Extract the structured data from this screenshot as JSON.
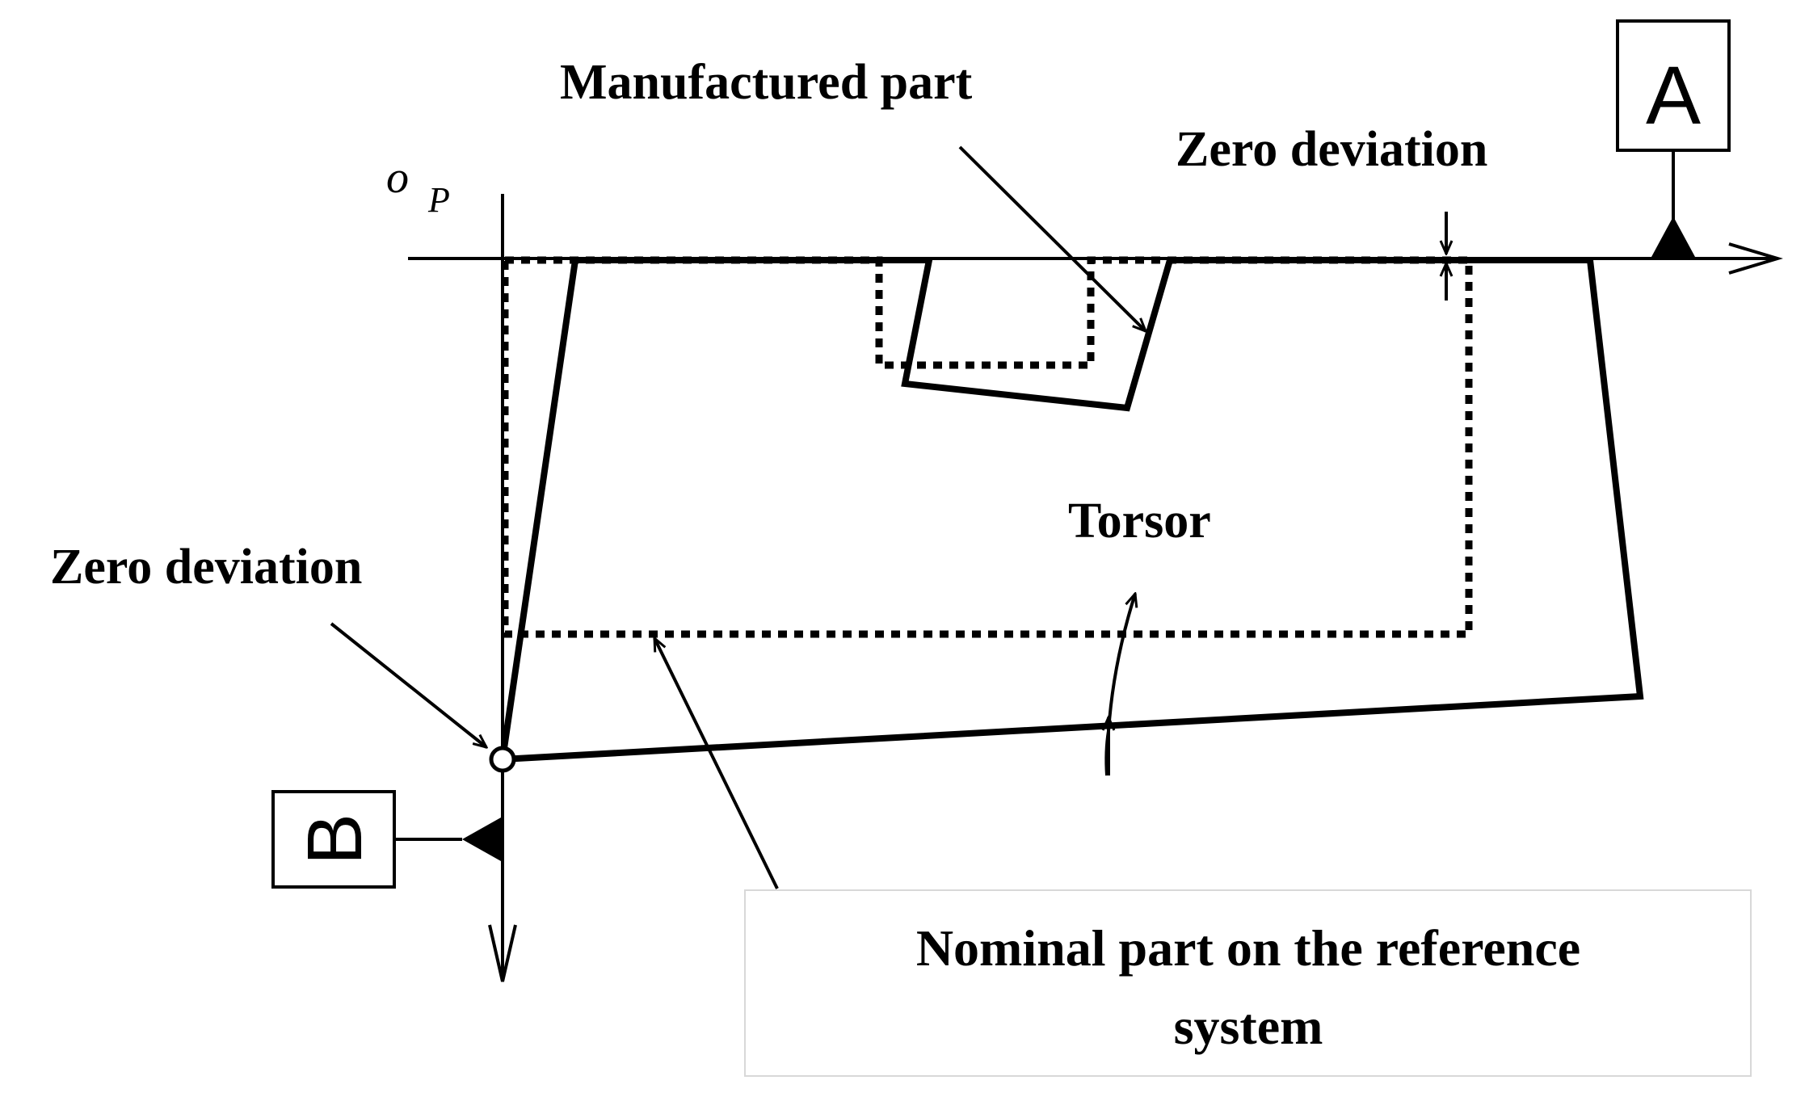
{
  "labels": {
    "manufactured_part": "Manufactured part",
    "zero_deviation_top": "Zero deviation",
    "zero_deviation_left": "Zero deviation",
    "torsor": "Torsor",
    "nominal_part_line1": "Nominal part on the reference",
    "nominal_part_line2": "system",
    "origin_o": "o",
    "origin_p": "P"
  },
  "datums": {
    "a": "A",
    "b": "B"
  }
}
